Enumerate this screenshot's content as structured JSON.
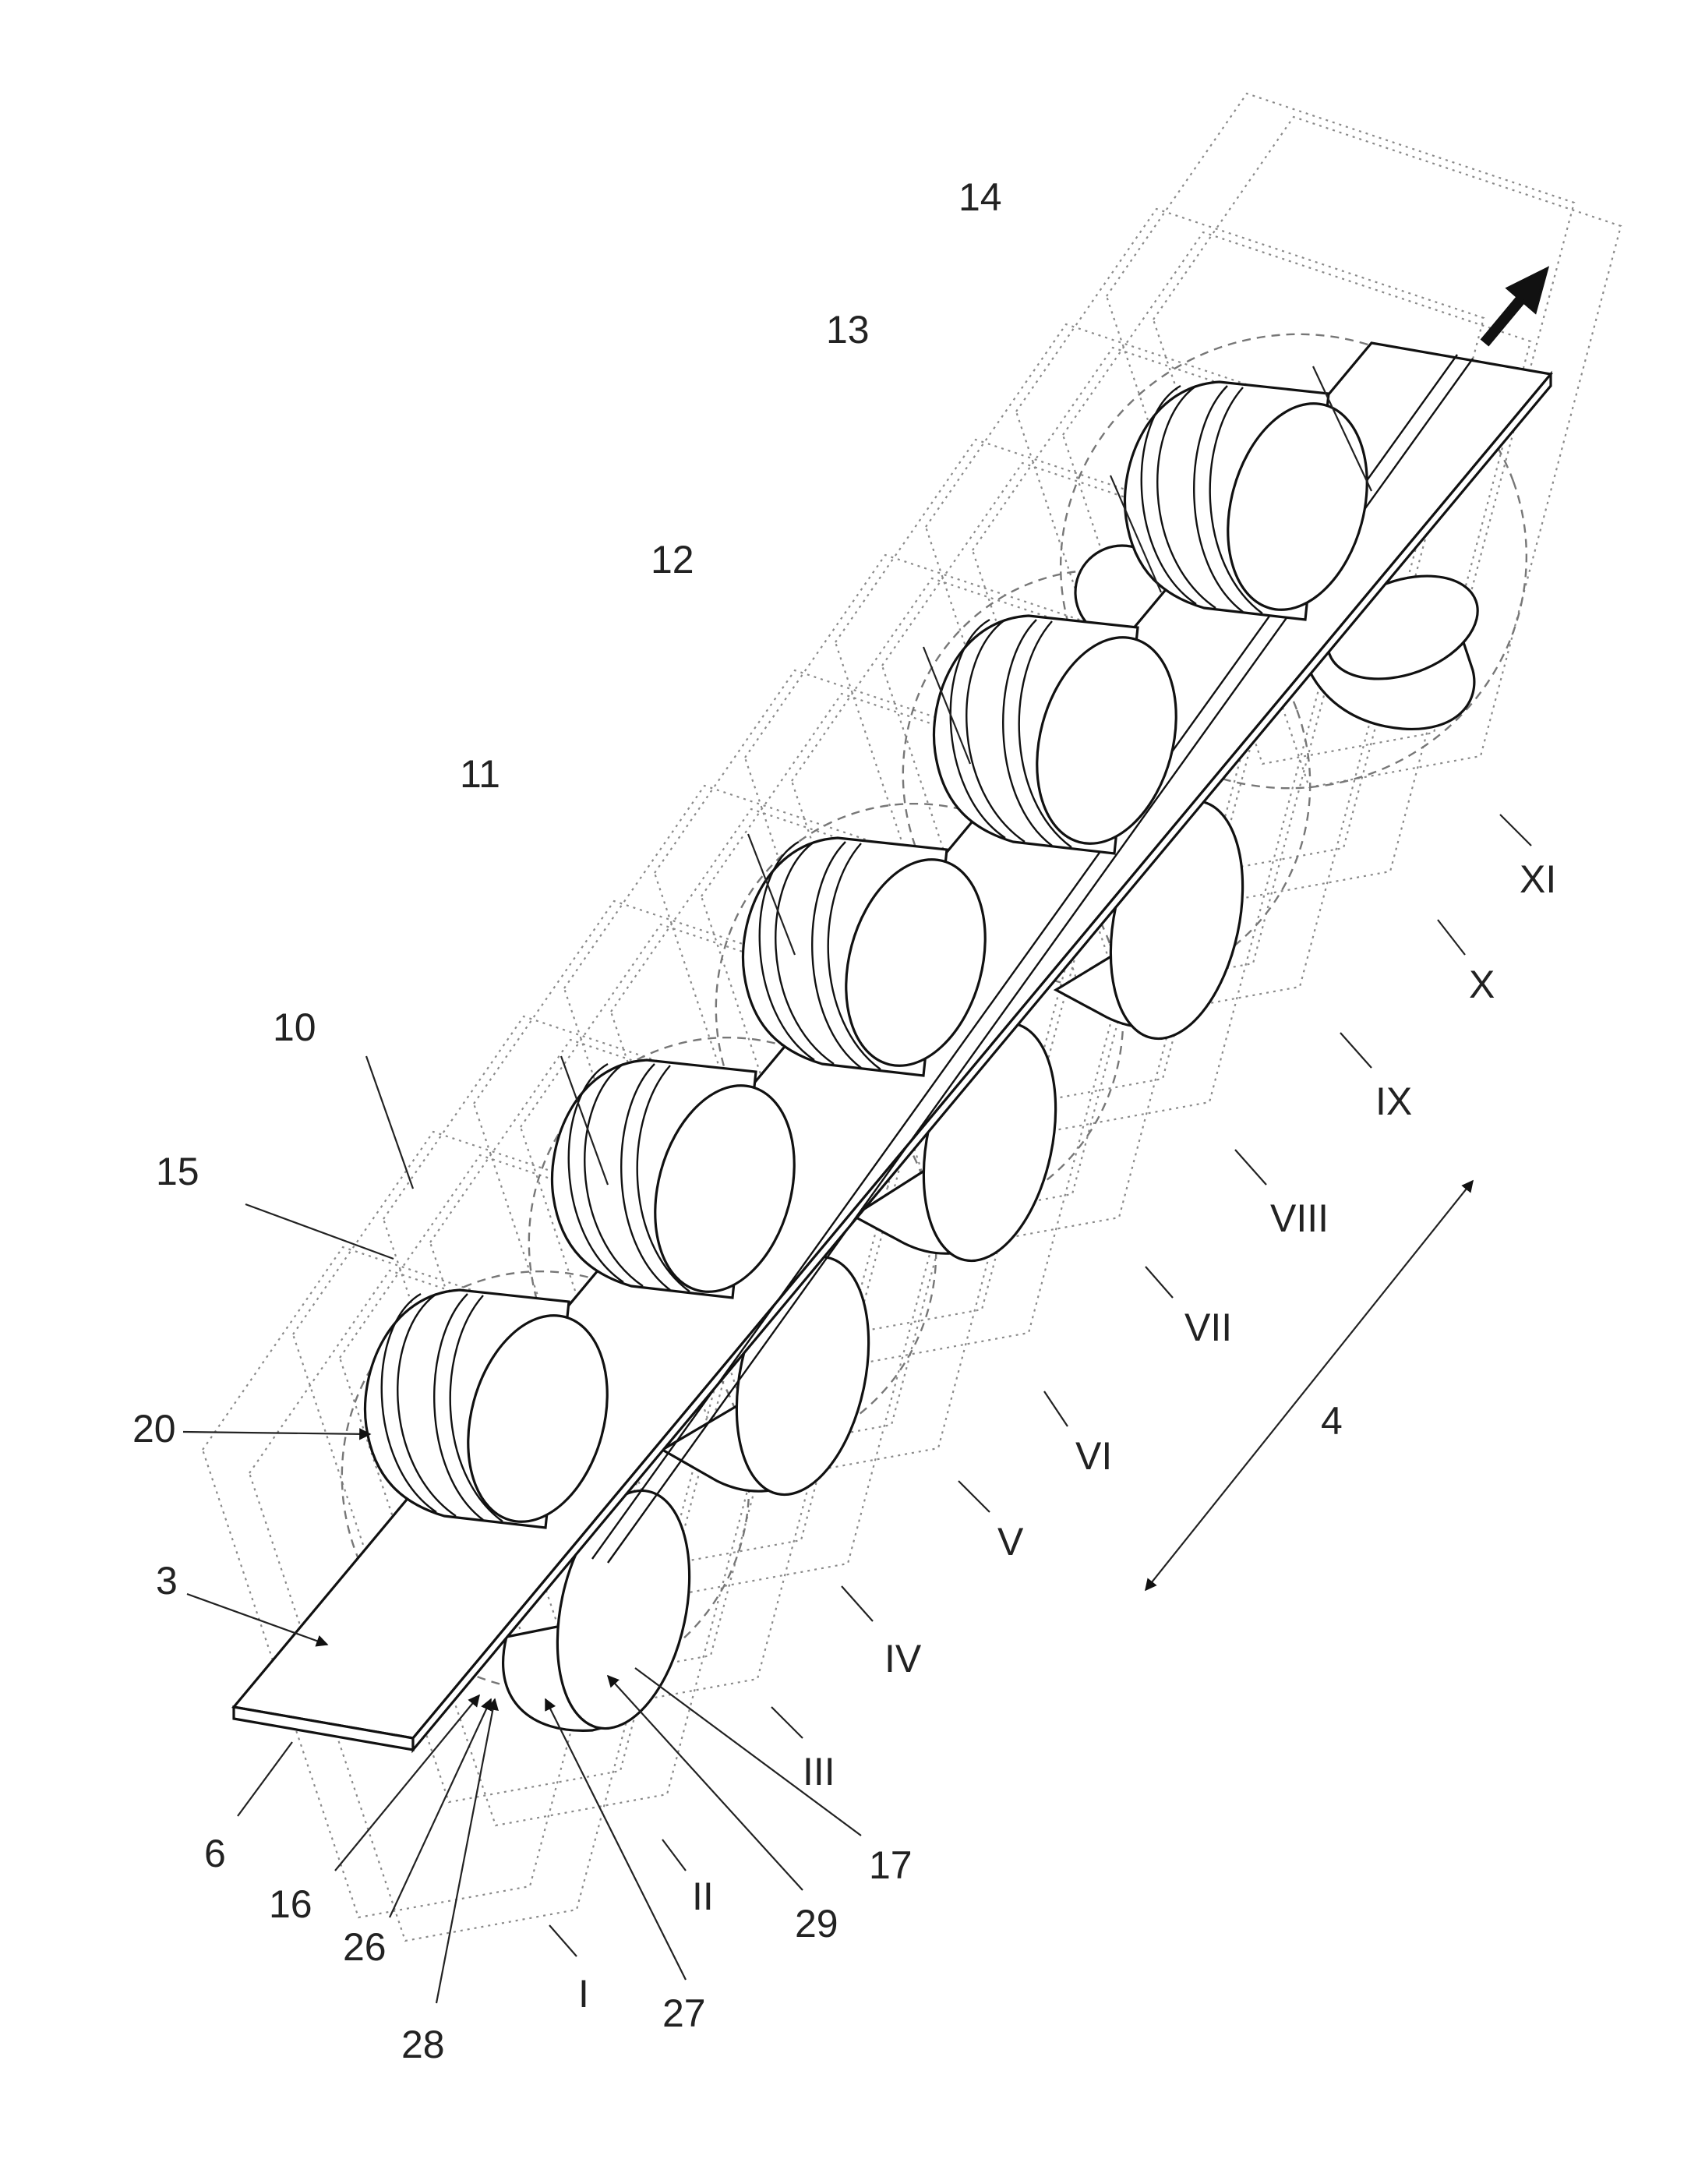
{
  "ref_numbers": {
    "n3": "3",
    "n4": "4",
    "n6": "6",
    "n10": "10",
    "n11": "11",
    "n12": "12",
    "n13": "13",
    "n14": "14",
    "n15": "15",
    "n16": "16",
    "n17": "17",
    "n20": "20",
    "n26": "26",
    "n27": "27",
    "n28": "28",
    "n29": "29"
  },
  "stations": [
    "I",
    "II",
    "III",
    "IV",
    "V",
    "VI",
    "VII",
    "VIII",
    "IX",
    "X",
    "XI"
  ]
}
